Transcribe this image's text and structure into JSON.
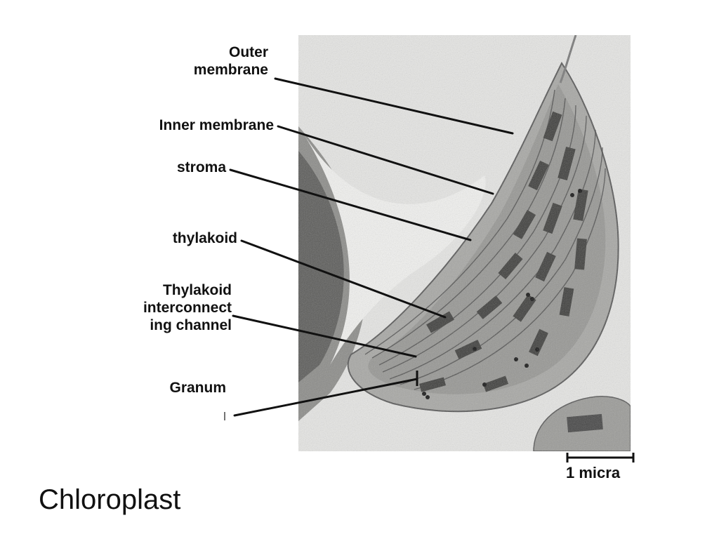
{
  "title": "Chloroplast",
  "labels": {
    "outer_membrane": [
      "Outer",
      "membrane"
    ],
    "inner_membrane": "Inner membrane",
    "stroma": "stroma",
    "thylakoid": "thylakoid",
    "thylakoid_channel": [
      "Thylakoid",
      "interconnect",
      "ing channel"
    ],
    "granum": "Granum"
  },
  "scale_bar": {
    "label": "1 micra"
  }
}
